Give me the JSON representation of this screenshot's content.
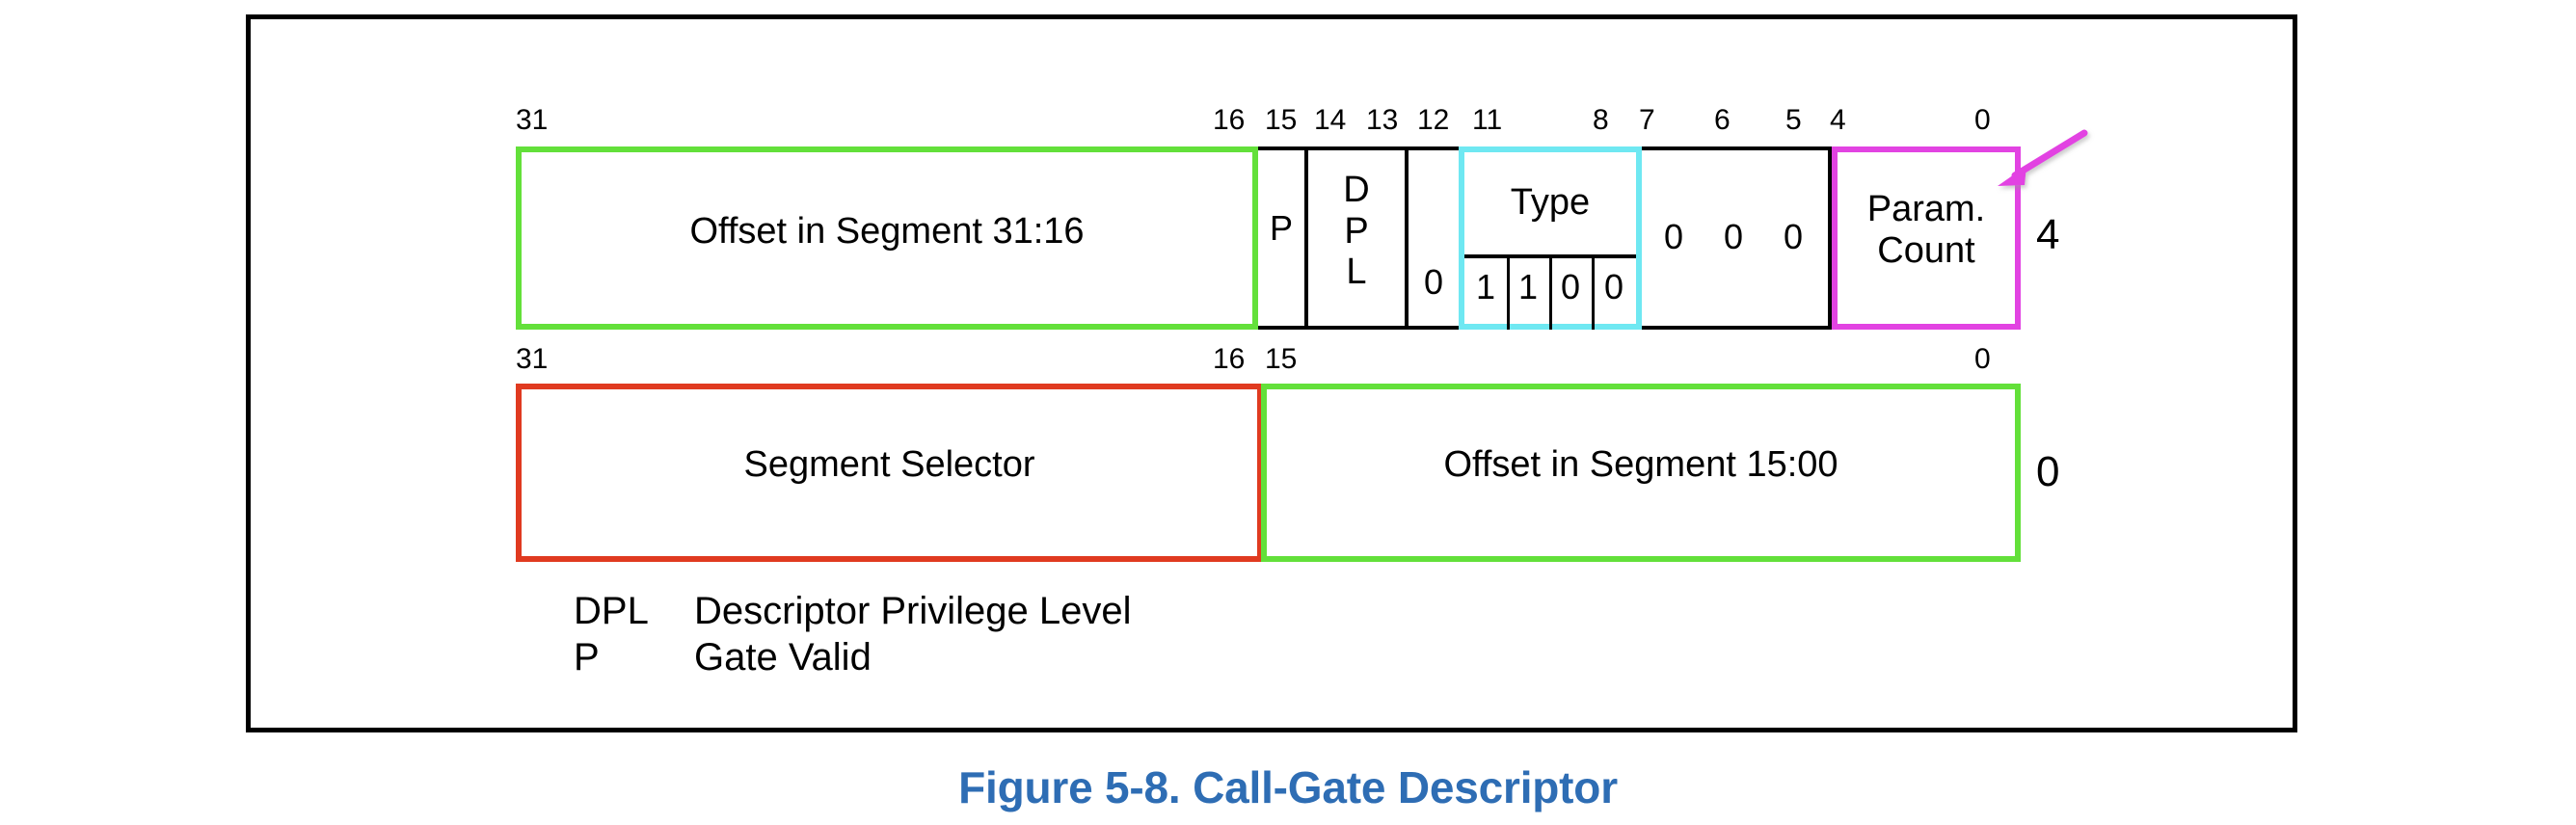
{
  "figure": {
    "caption": "Figure 5-8.  Call-Gate Descriptor",
    "caption_color": "#2E6DB4",
    "frame_color": "#000000"
  },
  "highlight_colors": {
    "offset_high": "#63E03A",
    "offset_low": "#63E03A",
    "segment_selector": "#E03A20",
    "type": "#6FE8F2",
    "param_count": "#E243E2",
    "arrow": "#E243E2"
  },
  "rows": [
    {
      "byte_offset": "4",
      "bit_labels": [
        "31",
        "16",
        "15",
        "14",
        "13",
        "12",
        "11",
        "8",
        "7",
        "6",
        "5",
        "4",
        "0"
      ],
      "fields": [
        {
          "name": "offset-high",
          "label": "Offset in Segment 31:16",
          "highlight": "green"
        },
        {
          "name": "present-bit",
          "label": "P",
          "highlight": "none"
        },
        {
          "name": "dpl",
          "label": "DPL",
          "letters": [
            "D",
            "P",
            "L"
          ],
          "highlight": "none"
        },
        {
          "name": "zero-bit-12",
          "label": "0",
          "highlight": "none"
        },
        {
          "name": "type",
          "label": "Type",
          "bits": [
            "1",
            "1",
            "0",
            "0"
          ],
          "highlight": "cyan"
        },
        {
          "name": "reserved-765",
          "label": "",
          "bits": [
            "0",
            "0",
            "0"
          ],
          "highlight": "none"
        },
        {
          "name": "param-count",
          "label": "Param. Count",
          "line1": "Param.",
          "line2": "Count",
          "highlight": "magenta"
        }
      ]
    },
    {
      "byte_offset": "0",
      "bit_labels": [
        "31",
        "16",
        "15",
        "0"
      ],
      "fields": [
        {
          "name": "segment-selector",
          "label": "Segment Selector",
          "highlight": "red"
        },
        {
          "name": "offset-low",
          "label": "Offset in Segment 15:00",
          "highlight": "green"
        }
      ]
    }
  ],
  "legend": [
    {
      "key": "DPL",
      "value": "Descriptor Privilege Level"
    },
    {
      "key": "P",
      "value": "Gate Valid"
    }
  ]
}
